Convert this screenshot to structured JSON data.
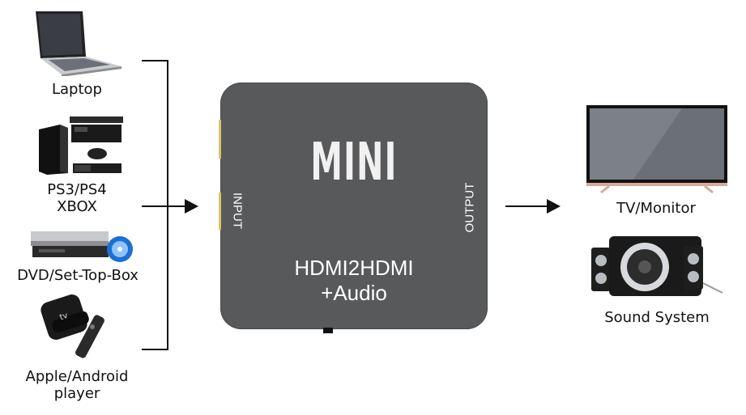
{
  "sources": [
    {
      "label": "Laptop",
      "icon": "laptop-icon"
    },
    {
      "label_line1": "PS3/PS4",
      "label_line2": "XBOX",
      "icon": "game-console-icon"
    },
    {
      "label": "DVD/Set-Top-Box",
      "icon": "dvd-player-icon"
    },
    {
      "label_line1": "Apple/Android",
      "label_line2": "player",
      "icon": "media-player-icon"
    }
  ],
  "device": {
    "brand": "MINI",
    "model_line1": "HDMI2HDMI",
    "model_line2": "+Audio",
    "input_label": "INPUT",
    "output_label": "OUTPUT",
    "color": "#58595b"
  },
  "outputs": [
    {
      "label": "TV/Monitor",
      "icon": "tv-icon"
    },
    {
      "label": "Sound System",
      "icon": "speaker-system-icon"
    }
  ]
}
